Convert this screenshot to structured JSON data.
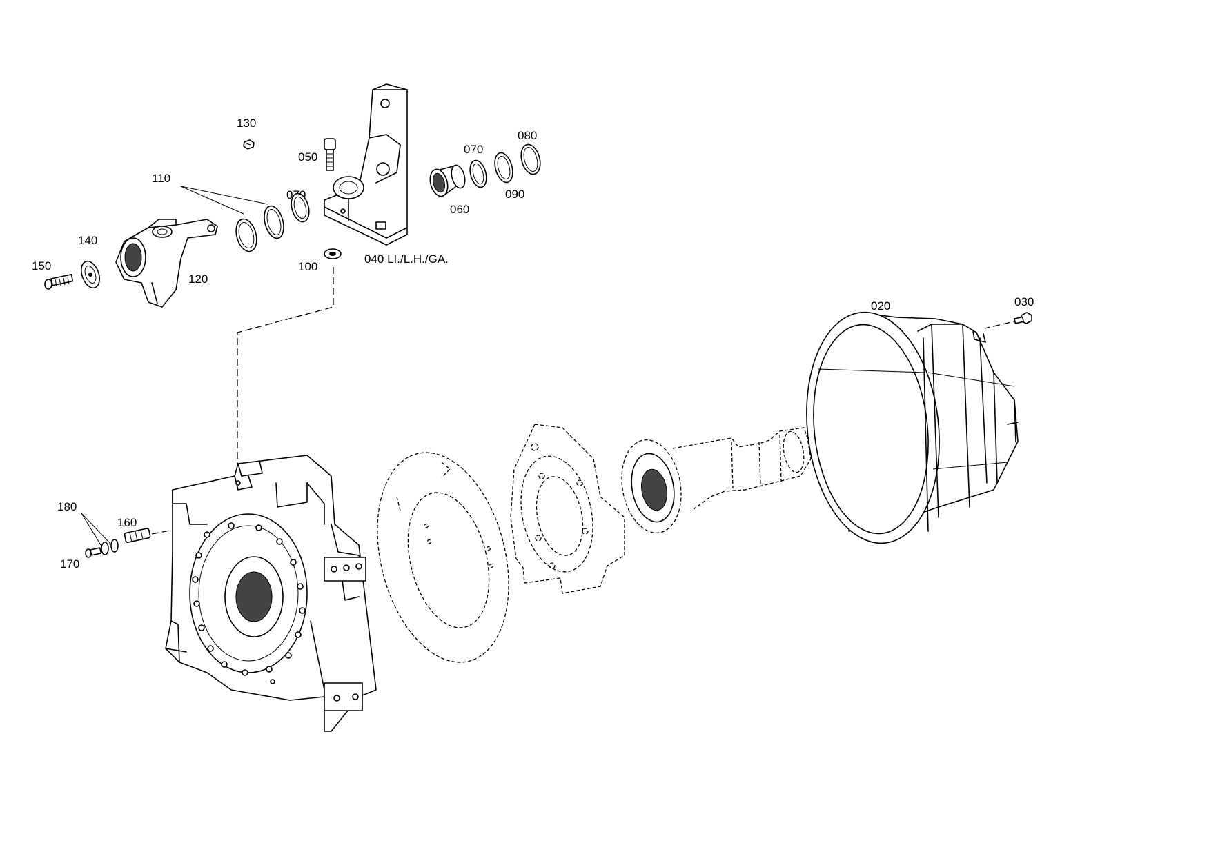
{
  "diagram": {
    "labels": {
      "p020": "020",
      "p030": "030",
      "p040": "040 LI./L.H./GA.",
      "p050": "050",
      "p060": "060",
      "p070a": "070",
      "p070b": "070",
      "p080": "080",
      "p090": "090",
      "p100": "100",
      "p110": "110",
      "p120": "120",
      "p130": "130",
      "p140": "140",
      "p150": "150",
      "p160": "160",
      "p170": "170",
      "p180": "180"
    }
  }
}
